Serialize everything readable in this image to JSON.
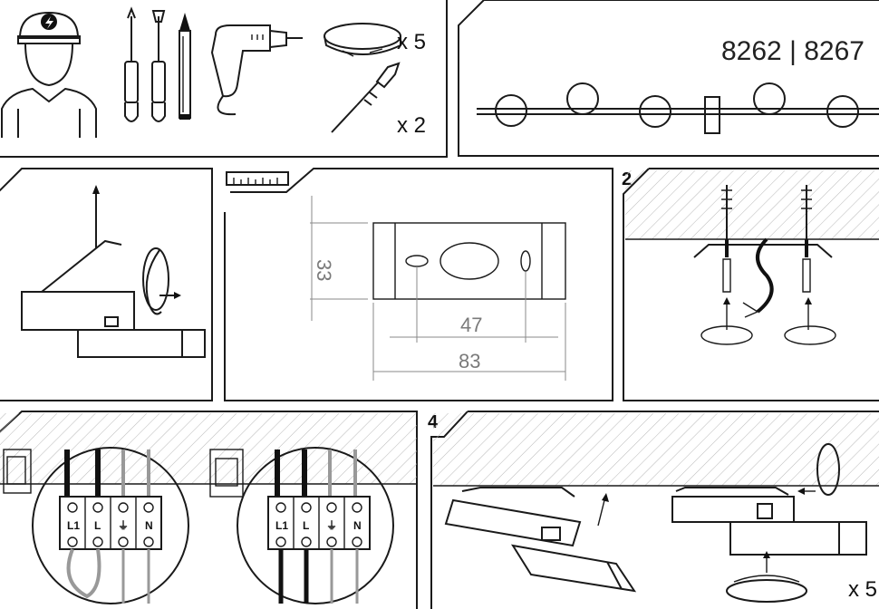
{
  "header": {
    "tools_qty": {
      "dowels": "x 5",
      "screws": "x 2"
    },
    "model_numbers": "8262 | 8267"
  },
  "dimensions": {
    "height": "33",
    "hole_spacing": "47",
    "width": "83"
  },
  "steps": {
    "step2": "2",
    "step4": "4"
  },
  "terminals": {
    "left": [
      "L1",
      "L",
      "⏚",
      "N"
    ],
    "right": [
      "L1",
      "L",
      "⏚",
      "N"
    ]
  },
  "lamps": {
    "qty": "x 5"
  }
}
